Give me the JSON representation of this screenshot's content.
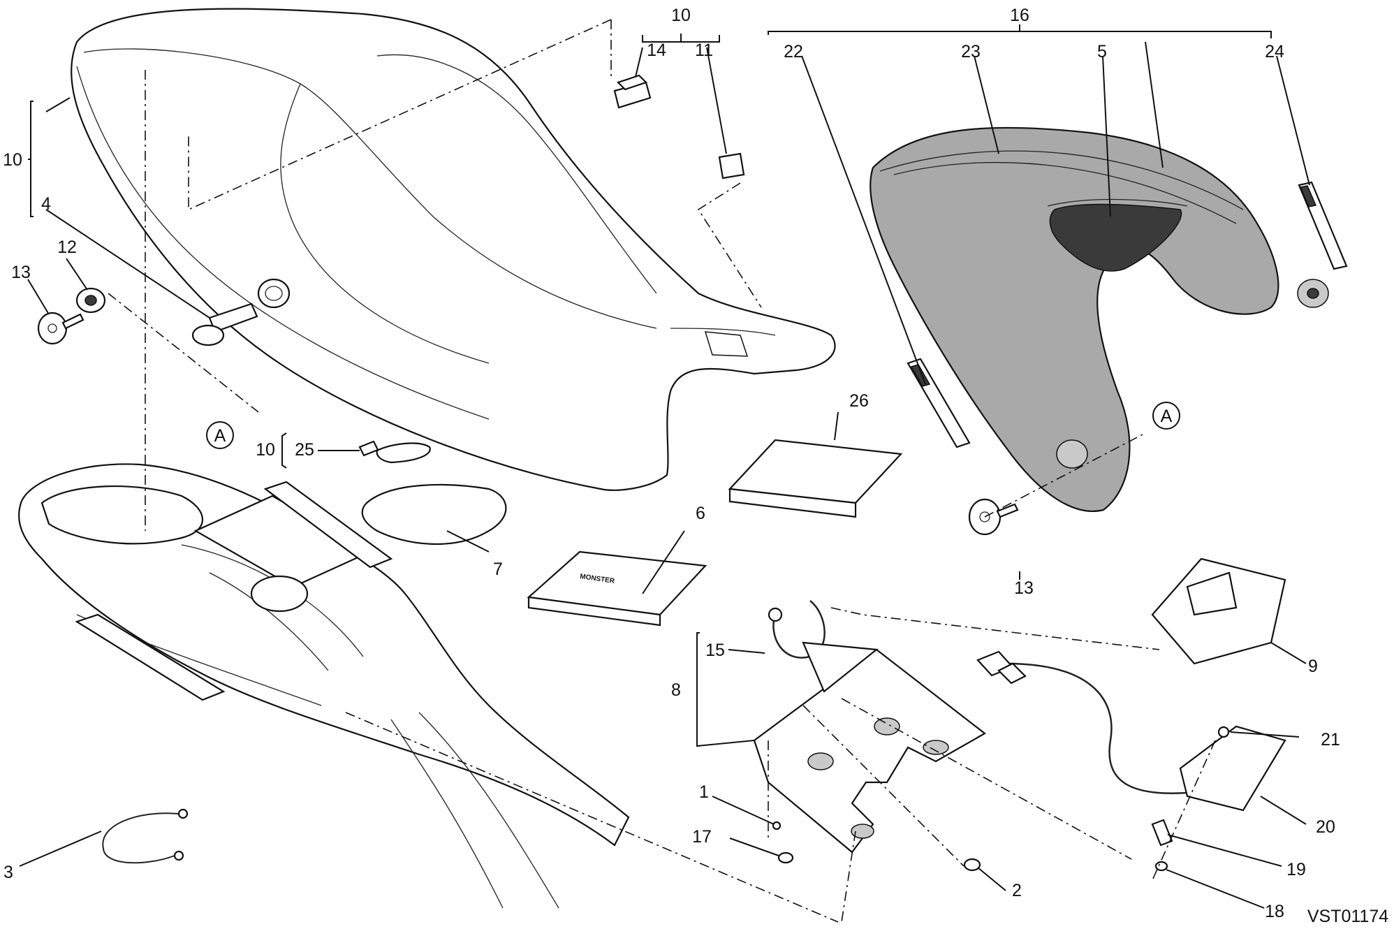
{
  "callouts": {
    "n1": "1",
    "n2": "2",
    "n3": "3",
    "n4": "4",
    "n5": "5",
    "n6": "6",
    "n7": "7",
    "n8": "8",
    "n9": "9",
    "n10_top": "10",
    "n10_left": "10",
    "n10_small": "10",
    "n11": "11",
    "n12": "12",
    "n13_left": "13",
    "n13_right": "13",
    "n14": "14",
    "n15": "15",
    "n16": "16",
    "n17": "17",
    "n18": "18",
    "n19": "19",
    "n20": "20",
    "n21": "21",
    "n22": "22",
    "n23": "23",
    "n24": "24",
    "n25": "25",
    "n26": "26"
  },
  "refs": {
    "a_left": "A",
    "a_right": "A"
  },
  "manual_brand": "MONSTER",
  "drawing_code": "VST01174"
}
